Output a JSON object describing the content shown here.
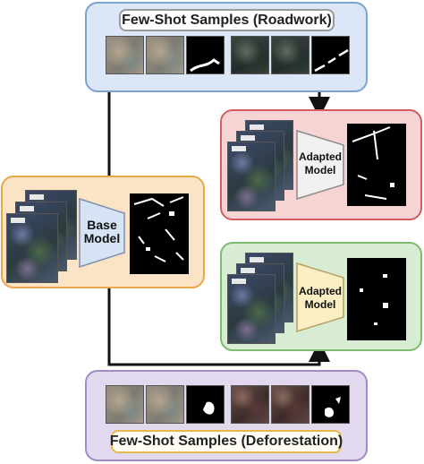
{
  "roadwork_title": "Few-Shot Samples (Roadwork)",
  "deforestation_title": "Few-Shot Samples (Deforestation)",
  "base_model_label": "Base\nModel",
  "adapted_model_top_label": "Adapted\nModel",
  "adapted_model_bottom_label": "Adapted\nModel",
  "colors": {
    "roadwork_panel_fill": "#dbe6f6",
    "roadwork_panel_border": "#7ea2d2",
    "deforestation_panel_fill": "#e2d9ee",
    "deforestation_panel_border": "#a08cc6",
    "base_panel_fill": "#fbe4c6",
    "base_panel_border": "#eaa74a",
    "adapted_top_fill": "#f6d4d4",
    "adapted_top_border": "#d45d5d",
    "adapted_bottom_fill": "#d8ecd4",
    "adapted_bottom_border": "#7cbb6e",
    "base_model_trap": "#d5e3f5",
    "adapted_top_trap": "#f1f1f1",
    "adapted_bottom_trap": "#fbeec2",
    "deforestation_label_border": "#e6b84a"
  }
}
